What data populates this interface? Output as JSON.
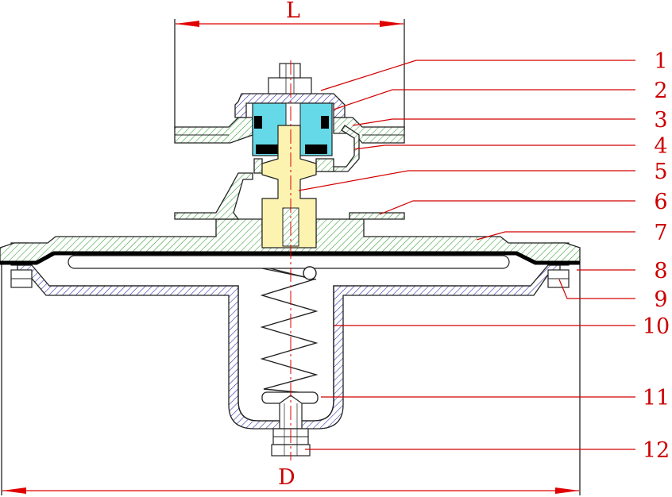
{
  "dimensions": {
    "width_label": "L",
    "diameter_label": "D"
  },
  "callouts": [
    {
      "number": "1"
    },
    {
      "number": "2"
    },
    {
      "number": "3"
    },
    {
      "number": "4"
    },
    {
      "number": "5"
    },
    {
      "number": "6"
    },
    {
      "number": "7"
    },
    {
      "number": "8"
    },
    {
      "number": "9"
    },
    {
      "number": "10"
    },
    {
      "number": "11"
    },
    {
      "number": "12"
    }
  ],
  "colors": {
    "annotation": "#cc0000",
    "valve_body_hatch": "#3fa83f",
    "diaphragm_housing_hatch": "#2a2ab0",
    "seal_block": "#66d9e8",
    "stem": "#fdf3b0",
    "diaphragm": "#000000"
  }
}
